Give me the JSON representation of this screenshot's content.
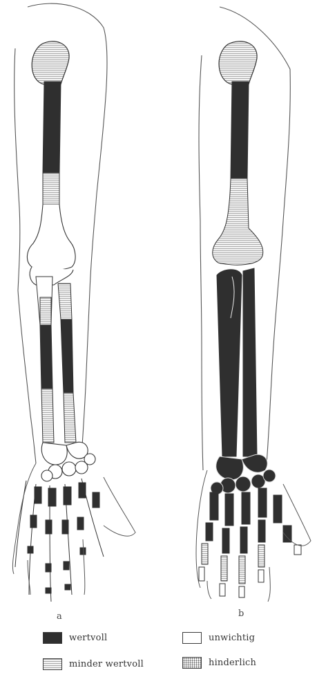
{
  "panels": [
    {
      "label": "a"
    },
    {
      "label": "b"
    }
  ],
  "legend": [
    {
      "label": "wertvoll",
      "pattern": "dark"
    },
    {
      "label": "unwichtig",
      "pattern": "white"
    },
    {
      "label": "minder wertvoll",
      "pattern": "hatched"
    },
    {
      "label": "hinderlich",
      "pattern": "dotted"
    }
  ],
  "colors": {
    "valuable": "#2f2f2f",
    "less_valuable": "#d6d6d6",
    "unimportant": "#ffffff",
    "outline": "#3a3a3a"
  }
}
